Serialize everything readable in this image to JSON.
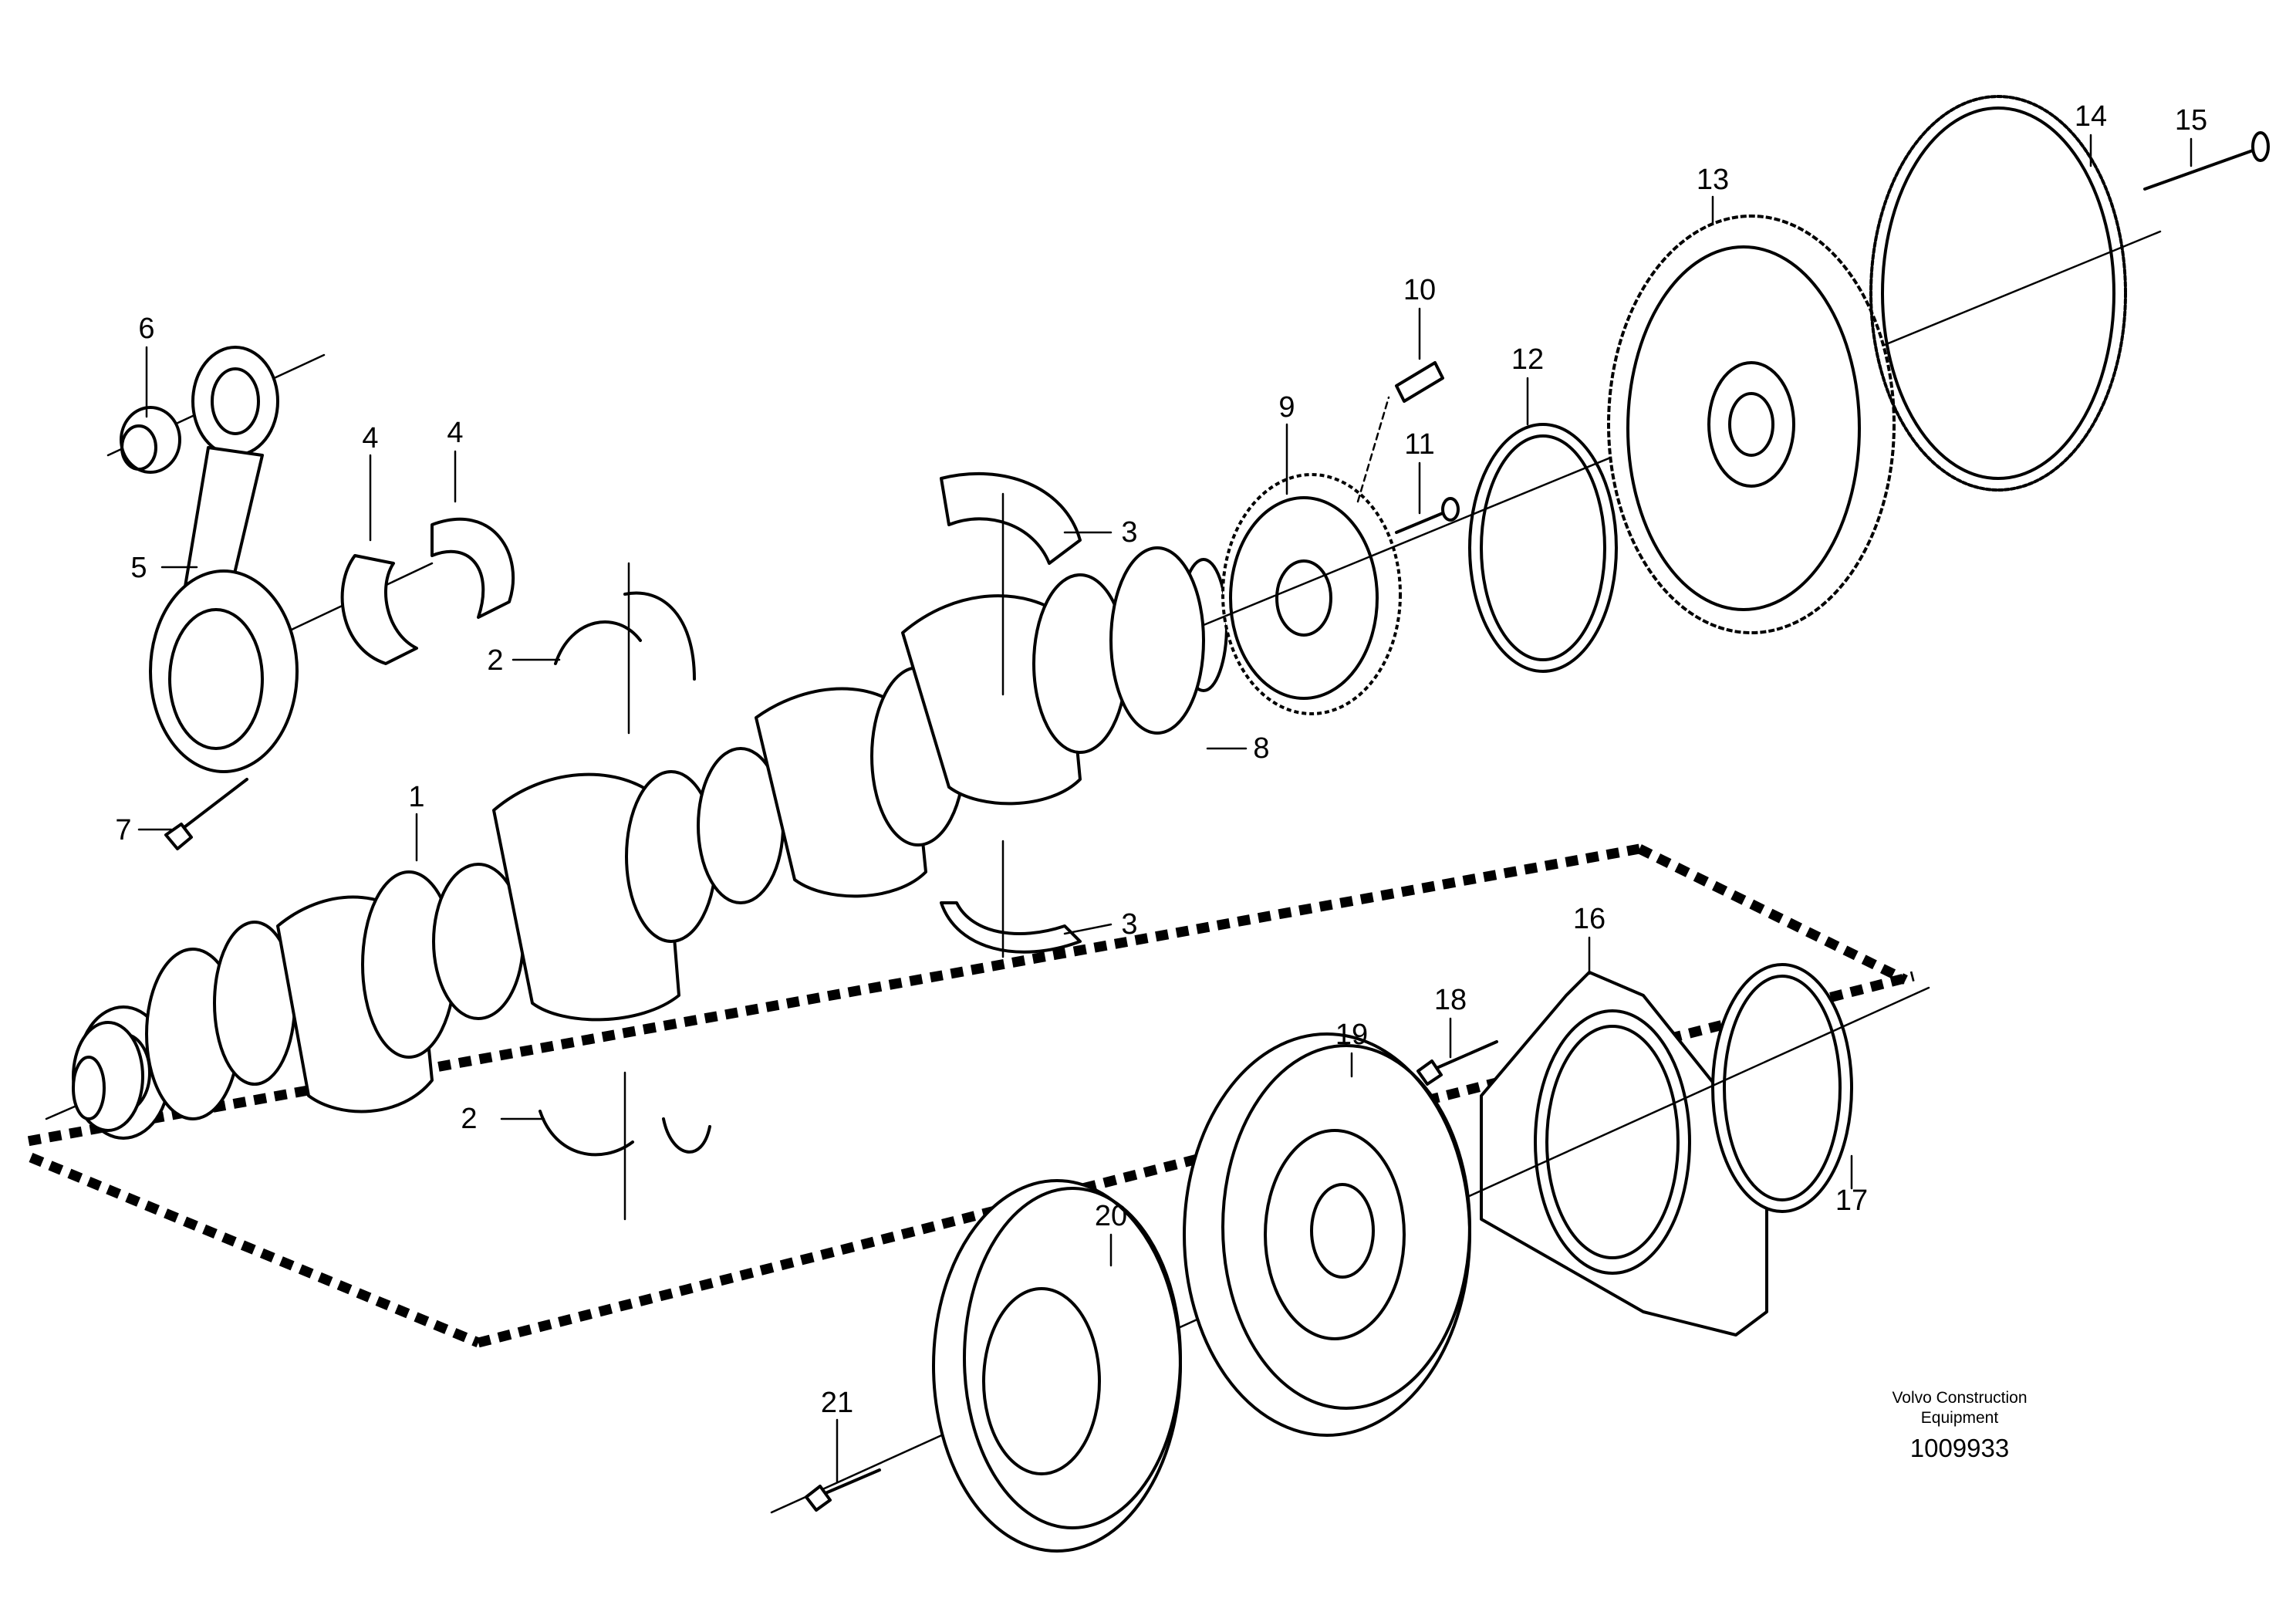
{
  "labels": [
    {
      "id": "1",
      "text": "1",
      "part": "crankshaft"
    },
    {
      "id": "2a",
      "text": "2",
      "part": "thrust-washer"
    },
    {
      "id": "2b",
      "text": "2",
      "part": "thrust-washer"
    },
    {
      "id": "3a",
      "text": "3",
      "part": "main-bearing-shell"
    },
    {
      "id": "3b",
      "text": "3",
      "part": "main-bearing-shell"
    },
    {
      "id": "4a",
      "text": "4",
      "part": "con-rod-bearing-shell"
    },
    {
      "id": "4b",
      "text": "4",
      "part": "con-rod-bearing-shell"
    },
    {
      "id": "5",
      "text": "5",
      "part": "connecting-rod"
    },
    {
      "id": "6",
      "text": "6",
      "part": "bushing"
    },
    {
      "id": "7",
      "text": "7",
      "part": "con-rod-bolt"
    },
    {
      "id": "8",
      "text": "8",
      "part": "crankshaft-gear-end"
    },
    {
      "id": "9",
      "text": "9",
      "part": "timing-gear"
    },
    {
      "id": "10",
      "text": "10",
      "part": "dowel-pin"
    },
    {
      "id": "11",
      "text": "11",
      "part": "screw"
    },
    {
      "id": "12",
      "text": "12",
      "part": "seal-ring"
    },
    {
      "id": "13",
      "text": "13",
      "part": "flywheel"
    },
    {
      "id": "14",
      "text": "14",
      "part": "ring-gear"
    },
    {
      "id": "15",
      "text": "15",
      "part": "flywheel-bolt"
    },
    {
      "id": "16",
      "text": "16",
      "part": "cover"
    },
    {
      "id": "17",
      "text": "17",
      "part": "seal-ring"
    },
    {
      "id": "18",
      "text": "18",
      "part": "flange-screw"
    },
    {
      "id": "19",
      "text": "19",
      "part": "vibration-damper"
    },
    {
      "id": "20",
      "text": "20",
      "part": "pulley"
    },
    {
      "id": "21",
      "text": "21",
      "part": "flange-screw"
    }
  ],
  "footer": {
    "brand_line1": "Volvo Construction",
    "brand_line2": "Equipment",
    "doc_number": "1009933"
  }
}
